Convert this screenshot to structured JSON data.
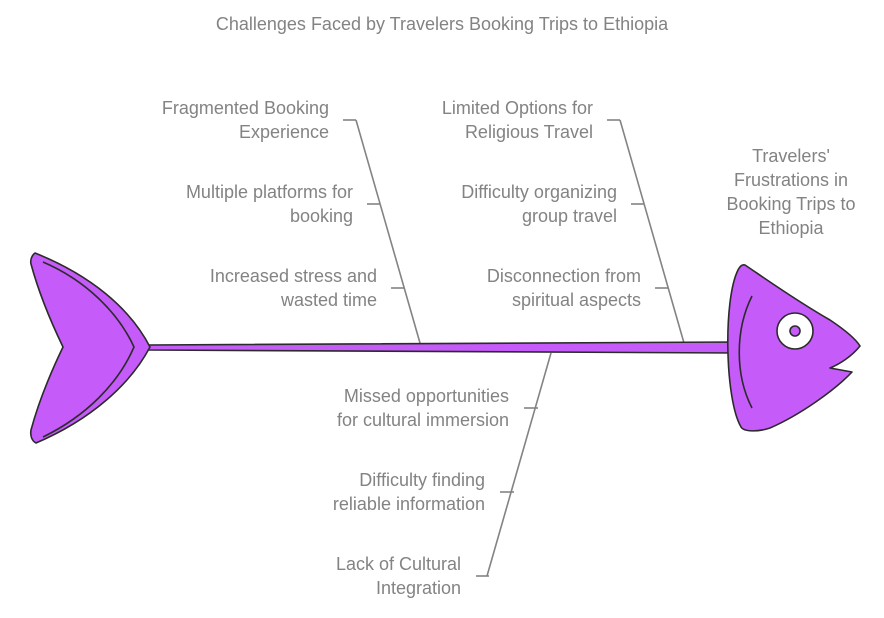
{
  "title": "Challenges Faced by Travelers Booking Trips to Ethiopia",
  "head_label": "Travelers'\nFrustrations in\nBooking Trips to\nEthiopia",
  "top_left_bone": {
    "category": "Fragmented Booking\nExperience",
    "causes": [
      "Multiple platforms for\nbooking",
      "Increased stress and\nwasted time"
    ]
  },
  "top_right_bone": {
    "category": "Limited Options for\nReligious Travel",
    "causes": [
      "Difficulty organizing\ngroup travel",
      "Disconnection from\nspiritual aspects"
    ]
  },
  "bottom_bone": {
    "category": "Lack of Cultural\nIntegration",
    "causes": [
      "Difficulty finding\nreliable information",
      "Missed opportunities\nfor cultural immersion"
    ]
  },
  "colors": {
    "fish_fill": "#c55bf9",
    "outline": "#2b2b2b",
    "bone_line": "#838383",
    "text": "#838383"
  }
}
